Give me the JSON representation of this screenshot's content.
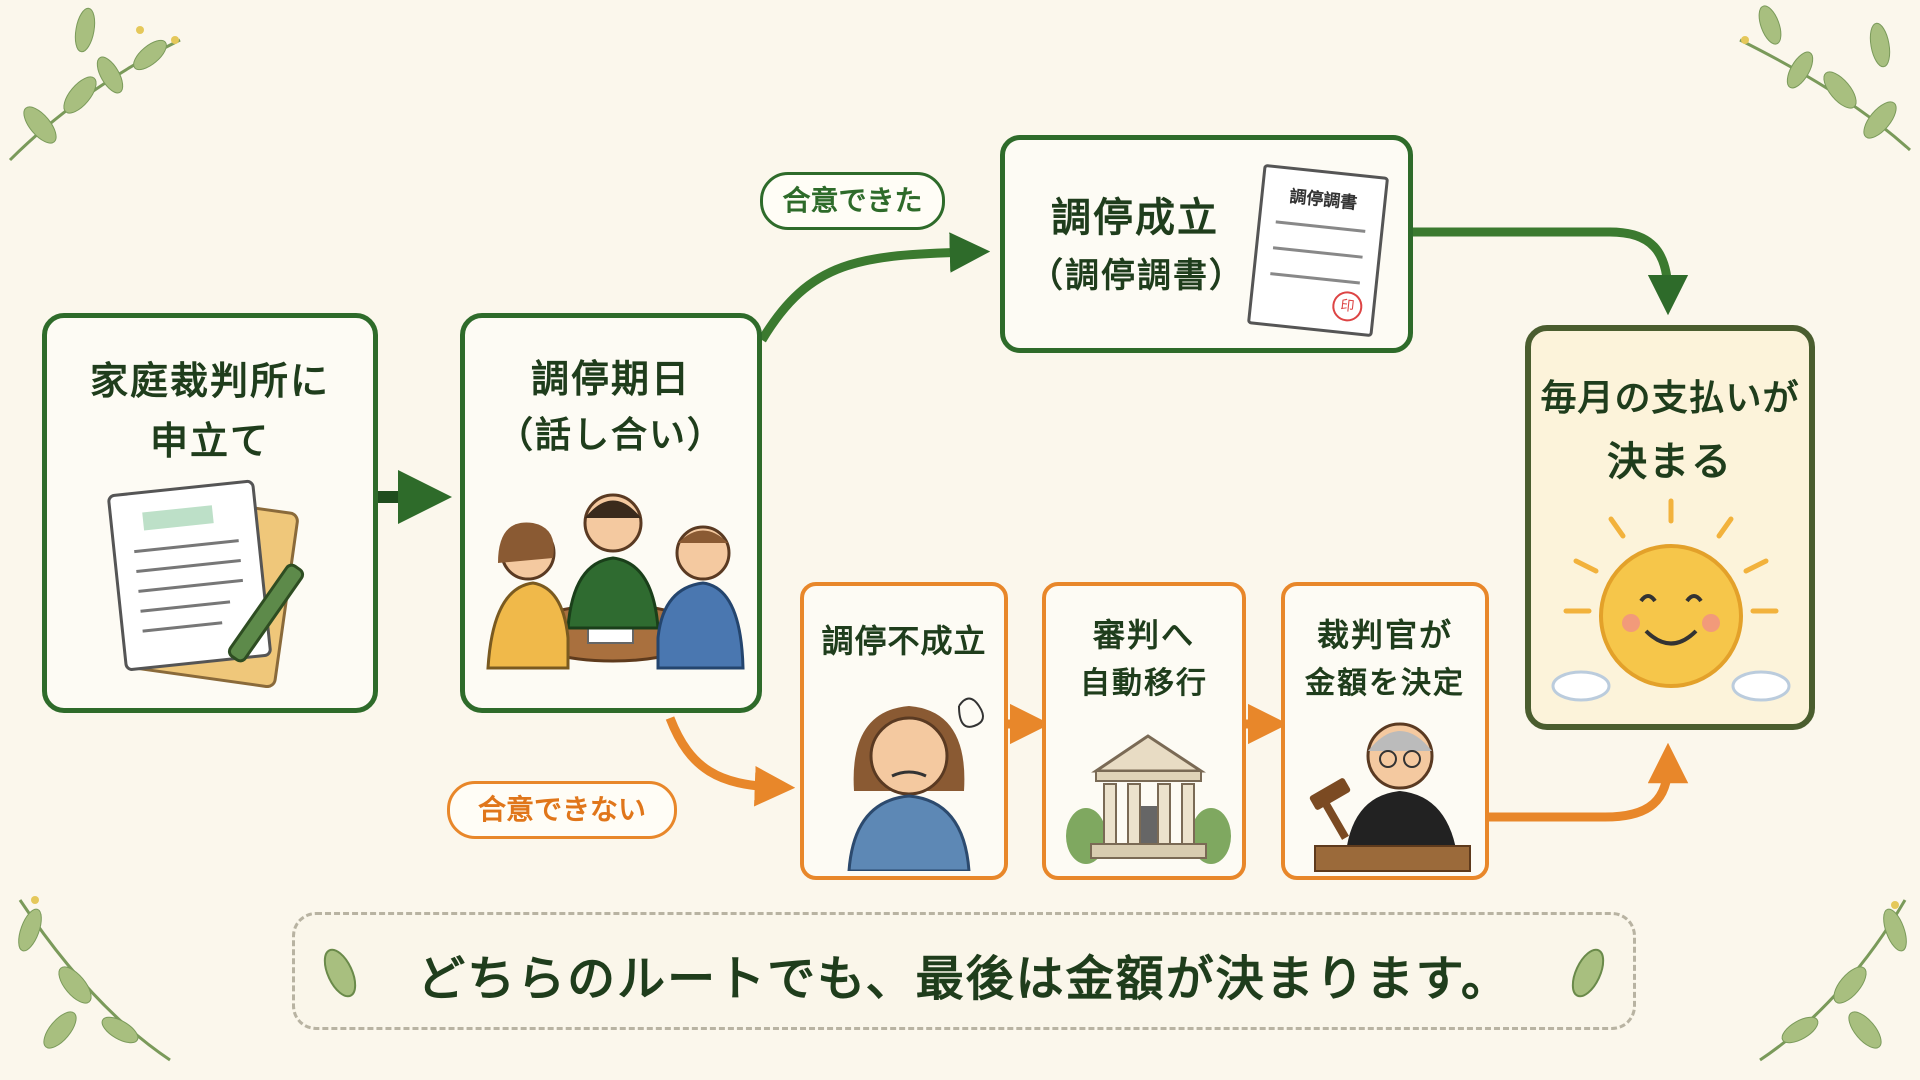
{
  "steps": {
    "petition": {
      "line1": "家庭裁判所に",
      "line2": "申立て"
    },
    "session": {
      "line1": "調停期日",
      "line2": "（話し合い）"
    },
    "success": {
      "line1": "調停成立",
      "line2": "（調停調書）",
      "doc_label": "調停調書",
      "seal": "印"
    },
    "result": {
      "line1": "毎月の支払いが",
      "line2": "決まる"
    },
    "failure": {
      "label": "調停不成立"
    },
    "transition": {
      "line1": "審判へ",
      "line2": "自動移行"
    },
    "judge": {
      "line1": "裁判官が",
      "line2": "金額を決定"
    }
  },
  "labels": {
    "agreed": "合意できた",
    "not_agreed": "合意できない"
  },
  "footer": {
    "message": "どちらのルートでも、最後は金額が決まります。"
  },
  "colors": {
    "green": "#2e6b2a",
    "orange": "#e8872a",
    "background": "#fbf7ec"
  }
}
